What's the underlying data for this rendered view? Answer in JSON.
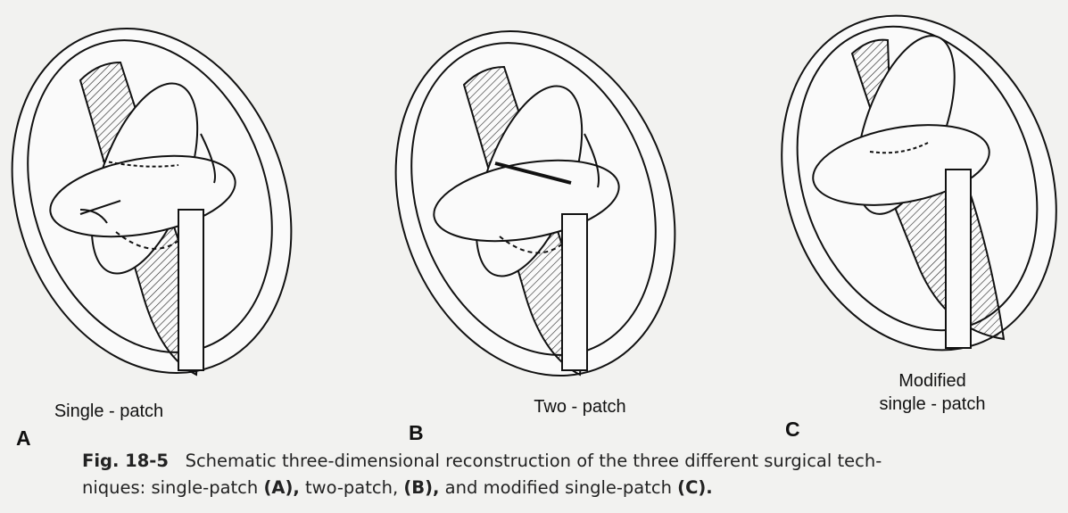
{
  "figure": {
    "panels": [
      {
        "letter": "A",
        "label": "Single - patch"
      },
      {
        "letter": "B",
        "label": "Two - patch"
      },
      {
        "letter": "C",
        "label_line1": "Modified",
        "label_line2": "single - patch"
      }
    ],
    "caption": {
      "figure_number": "Fig. 18-5",
      "line1_text": "Schematic three-dimensional reconstruction of the three different surgical tech-",
      "line2_prefix": "niques: single-patch ",
      "line2_ref_a": "(A),",
      "line2_middle": " two-patch, ",
      "line2_ref_b": "(B),",
      "line2_suffix": " and modified single-patch ",
      "line2_ref_c": "(C)."
    }
  }
}
